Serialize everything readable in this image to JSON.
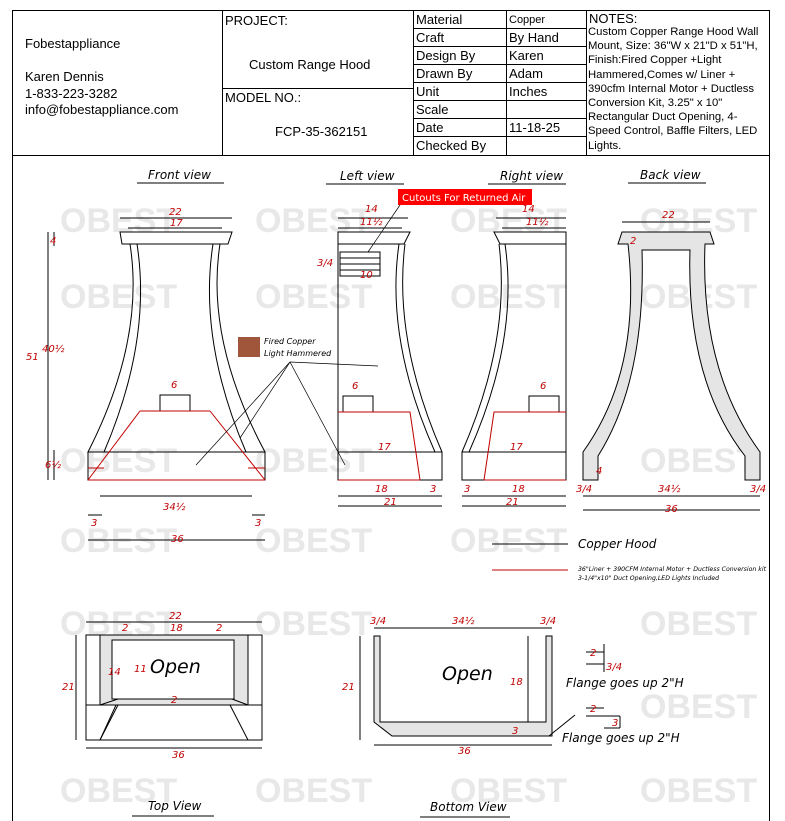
{
  "company": {
    "name": "Fobestappliance",
    "contact": "Karen Dennis",
    "phone": "1-833-223-3282",
    "email": "info@fobestappliance.com"
  },
  "project": {
    "label": "PROJECT:",
    "value": "Custom Range Hood"
  },
  "model": {
    "label": "MODEL NO.:",
    "value": "FCP-35-362151"
  },
  "specs": [
    {
      "label": "Material",
      "value": "Copper"
    },
    {
      "label": "Craft",
      "value": "By Hand"
    },
    {
      "label": "Design By",
      "value": "Karen"
    },
    {
      "label": "Drawn By",
      "value": "Adam"
    },
    {
      "label": "Unit",
      "value": "Inches"
    },
    {
      "label": "Scale",
      "value": ""
    },
    {
      "label": "Date",
      "value": "11-18-25"
    },
    {
      "label": "Checked By",
      "value": ""
    }
  ],
  "notes": {
    "title": "NOTES:",
    "text": "Custom Copper Range Hood Wall Mount, Size: 36\"W x 21\"D x 51\"H, Finish:Fired Copper +Light Hammered,Comes w/ Liner + 390cfm Internal Motor + Ductless Conversion Kit, 3.25\" x 10\" Rectangular Duct Opening, 4-Speed Control, Baffle Filters, LED Lights."
  },
  "views": {
    "front": "Front view",
    "left": "Left view",
    "right": "Right view",
    "back": "Back view",
    "top": "Top View",
    "bottom": "Bottom View"
  },
  "callouts": {
    "cutouts": "Cutouts For Returned Air",
    "finish_line1": "Fired Copper",
    "finish_line2": "Light Hammered",
    "open": "Open",
    "flange": "Flange goes up 2\"H"
  },
  "legend": {
    "copper": "Copper Hood",
    "liner_line1": "36\"Liner + 390CFM Internal Motor + Ductless Conversion kit",
    "liner_line2": "3-1/4\"x10\" Duct Opening,LED Lights Included"
  },
  "watermark": "OBEST",
  "colors": {
    "dimension": "#c00000",
    "callout_bg": "#ff0000"
  },
  "dims": {
    "d22": "22",
    "d17": "17",
    "d4": "4",
    "d51": "51",
    "d40h": "40½",
    "d6h": "6½",
    "d6": "6",
    "d34h": "34½",
    "d3": "3",
    "d36": "36",
    "d14": "14",
    "d11h": "11½",
    "d3q": "3/4",
    "d10": "10",
    "d18": "18",
    "d21": "21",
    "d2": "2",
    "d11": "11",
    "d2r": "2"
  }
}
